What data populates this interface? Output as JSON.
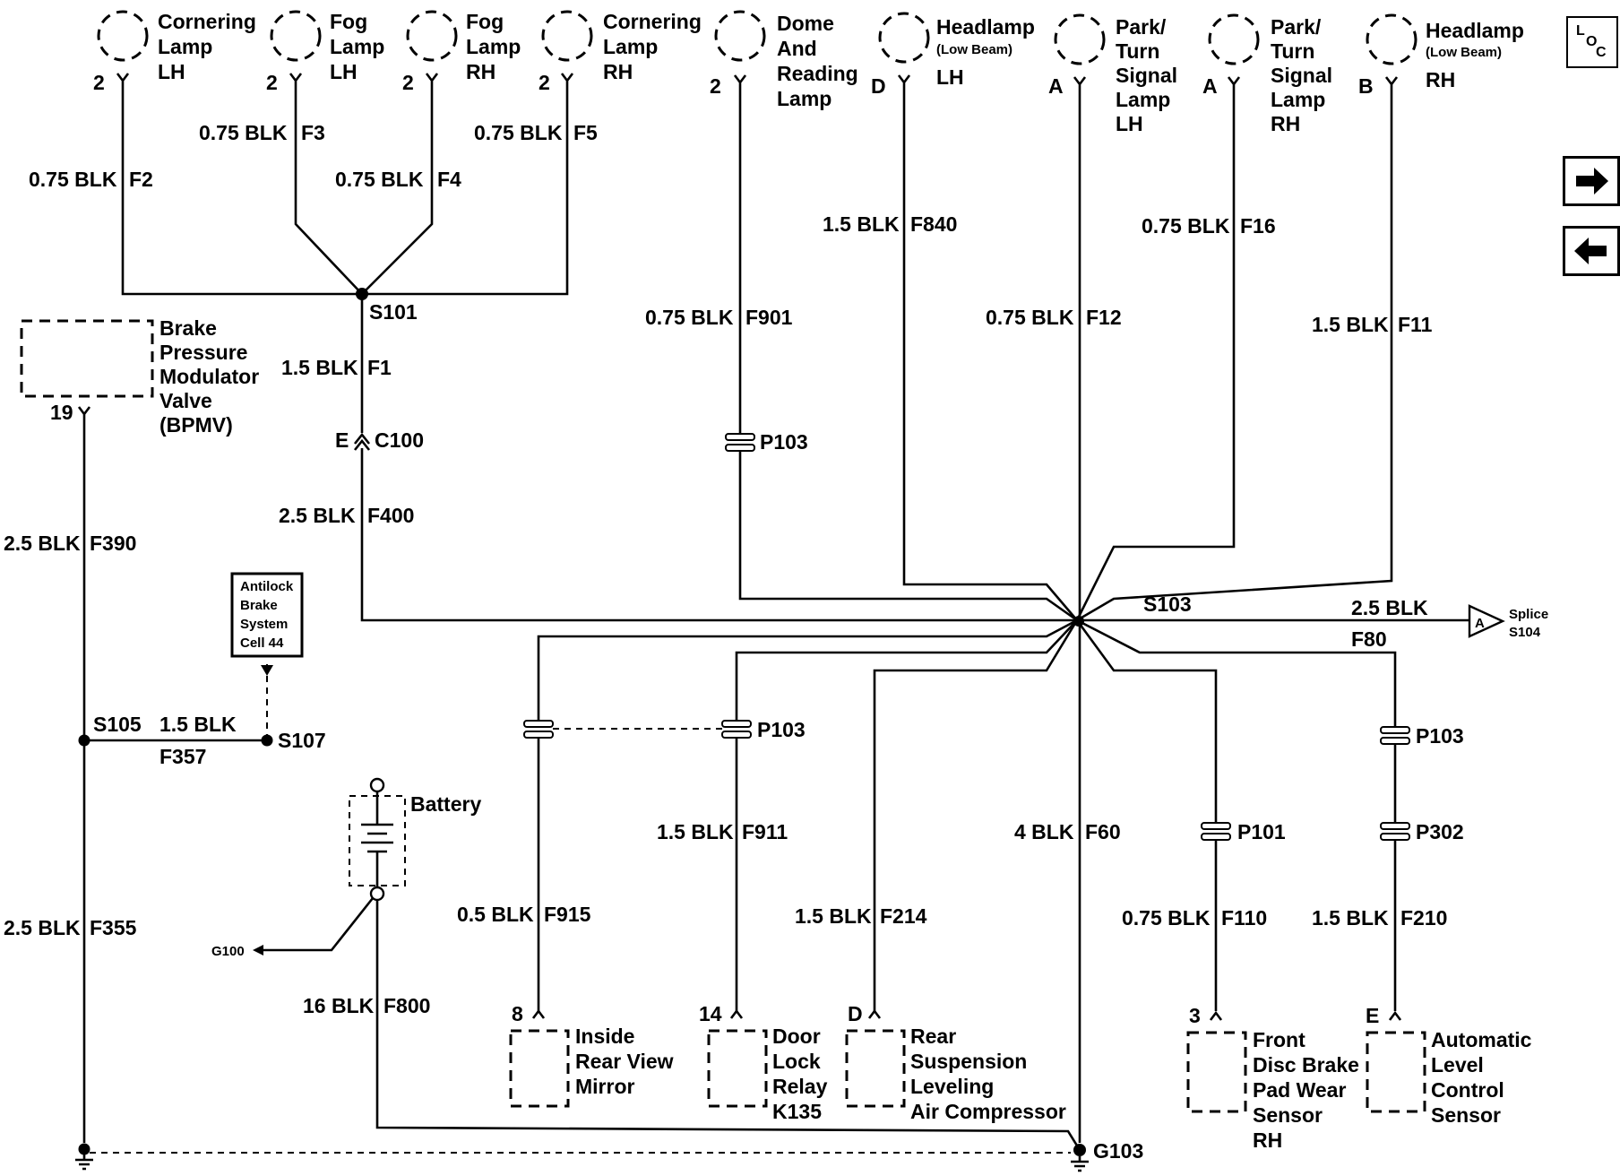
{
  "components_top": [
    {
      "id": "cornering-lh",
      "lines": [
        "Cornering",
        "Lamp",
        "LH"
      ],
      "pin": "2"
    },
    {
      "id": "fog-lh",
      "lines": [
        "Fog",
        "Lamp",
        "LH"
      ],
      "pin": "2"
    },
    {
      "id": "fog-rh",
      "lines": [
        "Fog",
        "Lamp",
        "RH"
      ],
      "pin": "2"
    },
    {
      "id": "cornering-rh",
      "lines": [
        "Cornering",
        "Lamp",
        "RH"
      ],
      "pin": "2"
    },
    {
      "id": "dome",
      "lines": [
        "Dome",
        "And",
        "Reading",
        "Lamp"
      ],
      "pin": "2"
    },
    {
      "id": "headlamp-lh",
      "lines": [
        "Headlamp",
        "(Low Beam)",
        "LH"
      ],
      "pin": "D"
    },
    {
      "id": "park-lh",
      "lines": [
        "Park/",
        "Turn",
        "Signal",
        "Lamp",
        "LH"
      ],
      "pin": "A"
    },
    {
      "id": "park-rh",
      "lines": [
        "Park/",
        "Turn",
        "Signal",
        "Lamp",
        "RH"
      ],
      "pin": "A"
    },
    {
      "id": "headlamp-rh",
      "lines": [
        "Headlamp",
        "(Low Beam)",
        "RH"
      ],
      "pin": "B"
    }
  ],
  "components_bottom": [
    {
      "id": "mirror",
      "lines": [
        "Inside",
        "Rear View",
        "Mirror"
      ],
      "pin": "8"
    },
    {
      "id": "door-lock",
      "lines": [
        "Door",
        "Lock",
        "Relay",
        "K135"
      ],
      "pin": "14"
    },
    {
      "id": "rear-susp",
      "lines": [
        "Rear",
        "Suspension",
        "Leveling",
        "Air Compressor"
      ],
      "pin": "D"
    },
    {
      "id": "front-disc",
      "lines": [
        "Front",
        "Disc Brake",
        "Pad Wear",
        "Sensor",
        "RH"
      ],
      "pin": "3"
    },
    {
      "id": "auto-level",
      "lines": [
        "Automatic",
        "Level",
        "Control",
        "Sensor"
      ],
      "pin": "E"
    }
  ],
  "bpmv": {
    "lines": [
      "Brake",
      "Pressure",
      "Modulator",
      "Valve",
      "(BPMV)"
    ],
    "pin": "19"
  },
  "abs": {
    "lines": [
      "Antilock",
      "Brake",
      "System",
      "Cell 44"
    ]
  },
  "battery": {
    "label": "Battery"
  },
  "wires": [
    {
      "id": "f2",
      "size": "0.75 BLK",
      "circuit": "F2"
    },
    {
      "id": "f3",
      "size": "0.75 BLK",
      "circuit": "F3"
    },
    {
      "id": "f4",
      "size": "0.75 BLK",
      "circuit": "F4"
    },
    {
      "id": "f5",
      "size": "0.75 BLK",
      "circuit": "F5"
    },
    {
      "id": "f1",
      "size": "1.5 BLK",
      "circuit": "F1"
    },
    {
      "id": "f400",
      "size": "2.5 BLK",
      "circuit": "F400"
    },
    {
      "id": "f901",
      "size": "0.75 BLK",
      "circuit": "F901"
    },
    {
      "id": "f840",
      "size": "1.5 BLK",
      "circuit": "F840"
    },
    {
      "id": "f12",
      "size": "0.75 BLK",
      "circuit": "F12"
    },
    {
      "id": "f16",
      "size": "0.75 BLK",
      "circuit": "F16"
    },
    {
      "id": "f11",
      "size": "1.5 BLK",
      "circuit": "F11"
    },
    {
      "id": "f390",
      "size": "2.5 BLK",
      "circuit": "F390"
    },
    {
      "id": "f357",
      "size": "1.5 BLK",
      "circuit": "F357"
    },
    {
      "id": "f355",
      "size": "2.5 BLK",
      "circuit": "F355"
    },
    {
      "id": "f800",
      "size": "16 BLK",
      "circuit": "F800"
    },
    {
      "id": "f915",
      "size": "0.5 BLK",
      "circuit": "F915"
    },
    {
      "id": "f911",
      "size": "1.5 BLK",
      "circuit": "F911"
    },
    {
      "id": "f214",
      "size": "1.5 BLK",
      "circuit": "F214"
    },
    {
      "id": "f60",
      "size": "4 BLK",
      "circuit": "F60"
    },
    {
      "id": "f110",
      "size": "0.75 BLK",
      "circuit": "F110"
    },
    {
      "id": "f210",
      "size": "1.5 BLK",
      "circuit": "F210"
    },
    {
      "id": "f80",
      "size": "2.5 BLK",
      "circuit": "F80"
    }
  ],
  "nodes": {
    "s101": "S101",
    "s103": "S103",
    "s105": "S105",
    "s107": "S107",
    "c100": "C100",
    "c100_pin": "E",
    "p103_dome": "P103",
    "p103_lock": "P103",
    "p103_right": "P103",
    "p101": "P101",
    "p302": "P302",
    "g100": "G100",
    "g103": "G103"
  },
  "splice_ref": {
    "letter": "A",
    "line1": "Splice",
    "line2": "S104"
  },
  "loc_button": {
    "l": "L",
    "o": "O",
    "c": "C"
  },
  "nav": {
    "forward": "arrow-right-icon",
    "back": "arrow-left-icon"
  }
}
